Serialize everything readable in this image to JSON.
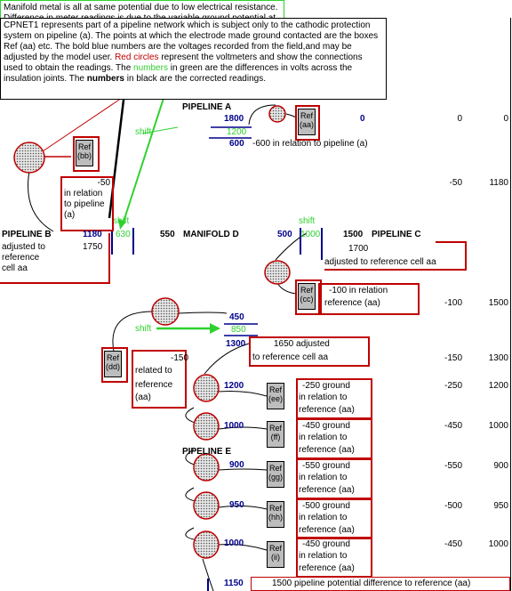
{
  "description": {
    "p1": "CPNET1 represents part of a pipeline network which is subject only to the cathodic protection system on pipeline (a).  The points at which the electrode made ground contacted are the boxes Ref (aa) etc. The bold blue numbers are the voltages recorded from the field,and may be adjusted by the model user. ",
    "red_circles": "Red circles",
    "p2": " represent the voltmeters and show the connections used to obtain the readings.  The ",
    "numbers_green": "numbers",
    "p3": " in green are the differences in volts across the insulation joints.  The ",
    "numbers_black": "numbers",
    "p4": " in black are the corrected readings."
  },
  "manifold_note": "Manifold metal is all at same potential due to low electrical resistance. Difference in meter readings is due to the variable ground potential at contact point.",
  "pipelines": {
    "a": "PIPELINE A",
    "b": "PIPELINE B",
    "c": "PIPELINE C",
    "d": "MANIFOLD D",
    "e": "PIPELINE E"
  },
  "shift": "shift",
  "refs": {
    "aa": [
      "Ref",
      "(aa)"
    ],
    "bb": [
      "Ref",
      "(bb)"
    ],
    "cc": [
      "Ref",
      "(cc)"
    ],
    "dd": [
      "Ref",
      "(dd)"
    ],
    "ee": [
      "Ref",
      "(ee)"
    ],
    "ff": [
      "Ref",
      "(ff)"
    ],
    "gg": [
      "Ref",
      "(gg)"
    ],
    "hh": [
      "Ref",
      "(hh)"
    ],
    "ii": [
      "Ref",
      "(ii)"
    ]
  },
  "readings": {
    "a_1800": "1800",
    "a_1200": "1200",
    "a_600": "600",
    "a_0": "0",
    "a_rel": "-600 in relation to pipeline (a)",
    "b_1180": "1180",
    "b_630": "630",
    "b_1750": "1750",
    "b_adj": [
      "adjusted to",
      "reference",
      "cell aa"
    ],
    "b_rel": [
      "-50",
      "in relation",
      "to pipeline",
      "(a)"
    ],
    "d_550": "550",
    "c_500": "500",
    "c_1000": "1000",
    "c_1500": "1500",
    "c_1700": "1700",
    "c_adj": "adjusted to reference cell aa",
    "c_rel": [
      "-100 in relation",
      "reference (aa)"
    ],
    "e_450": "450",
    "e_850": "850",
    "e_1300": "1300",
    "e_1650": [
      "1650  adjusted",
      "to reference cell aa"
    ],
    "dd_rel": [
      "-150",
      "related to",
      "reference",
      "(aa)"
    ],
    "e_1200": "1200",
    "ee_rel": [
      "-250 ground",
      "in relation to",
      "reference (aa)"
    ],
    "e_1000a": "1000",
    "ff_rel": [
      "-450 ground",
      "in relation to",
      "reference (aa)"
    ],
    "e_900": "900",
    "gg_rel": [
      "-550 ground",
      "in relation to",
      "reference (aa)"
    ],
    "e_950": "950",
    "hh_rel": [
      "-500 ground",
      "in relation to",
      "reference (aa)"
    ],
    "e_1000b": "1000",
    "ii_rel": [
      "-450 ground",
      "in relation to",
      "reference (aa)"
    ],
    "e_1150": "1150",
    "e_bottom": "1500  pipeline potential difference to reference (aa)"
  },
  "table_right": [
    [
      "0",
      "0"
    ],
    [
      "-50",
      "1180"
    ],
    [
      "-100",
      "1500"
    ],
    [
      "-150",
      "1300"
    ],
    [
      "-250",
      "1200"
    ],
    [
      "-450",
      "1000"
    ],
    [
      "-550",
      "900"
    ],
    [
      "-500",
      "950"
    ],
    [
      "-450",
      "1000"
    ]
  ],
  "colors": {
    "voltmeter_outline": "#c00000",
    "blue_numbers": "#00008b",
    "green_numbers": "#2fd12f",
    "ref_fill": "#bdbdbd"
  }
}
